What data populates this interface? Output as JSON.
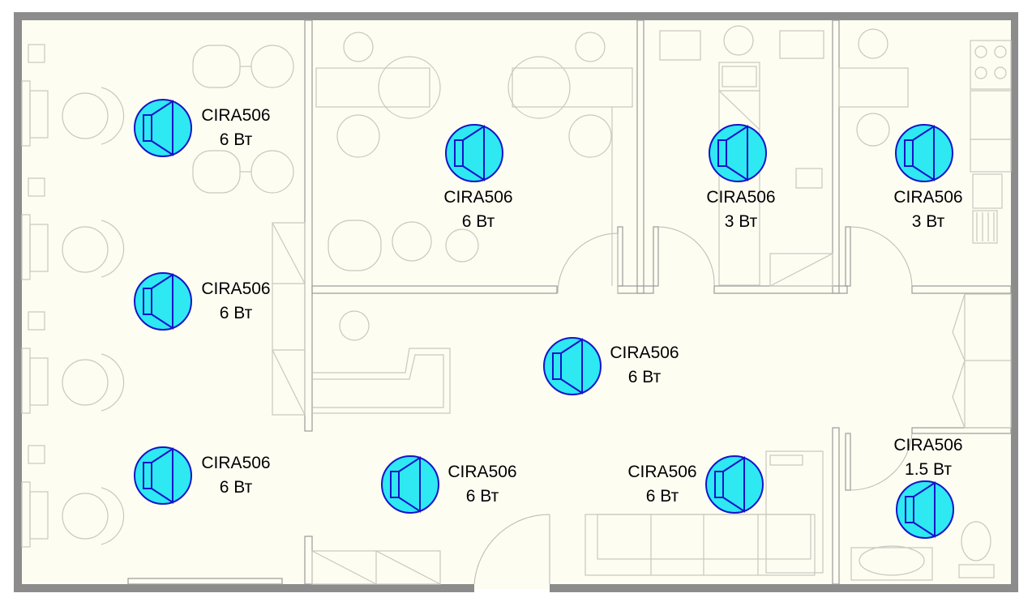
{
  "colors": {
    "background": "#fefdf2",
    "wall": "#8c8c8c",
    "furniture": "#c8c8c0",
    "speaker_fill": "#2ee8f2",
    "speaker_stroke": "#1414c8"
  },
  "speakers": [
    {
      "model": "CIRA506",
      "power": "6 Вт"
    },
    {
      "model": "CIRA506",
      "power": "6 Вт"
    },
    {
      "model": "CIRA506",
      "power": "6 Вт"
    },
    {
      "model": "CIRA506",
      "power": "6 Вт"
    },
    {
      "model": "CIRA506",
      "power": "3 Вт"
    },
    {
      "model": "CIRA506",
      "power": "3 Вт"
    },
    {
      "model": "CIRA506",
      "power": "6 Вт"
    },
    {
      "model": "CIRA506",
      "power": "6 Вт"
    },
    {
      "model": "CIRA506",
      "power": "6 Вт"
    },
    {
      "model": "CIRA506",
      "power": "1.5 Вт"
    }
  ]
}
